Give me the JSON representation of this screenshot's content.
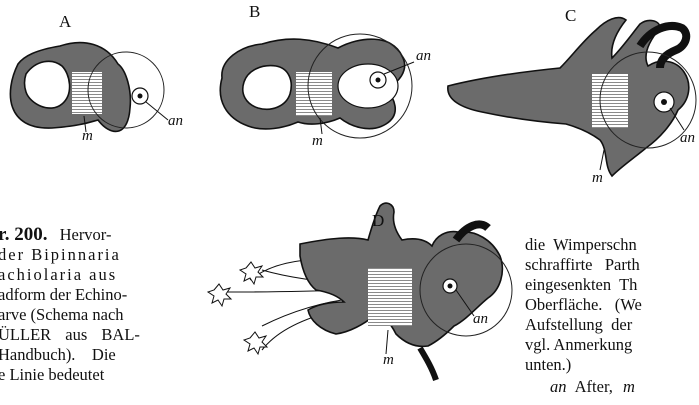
{
  "panels": {
    "a": {
      "letter": "A",
      "labels": {
        "an": "an",
        "m": "m"
      }
    },
    "b": {
      "letter": "B",
      "labels": {
        "an": "an",
        "m": "m"
      }
    },
    "c": {
      "letter": "C",
      "labels": {
        "an": "an",
        "m": "m"
      }
    },
    "d": {
      "letter": "D",
      "labels": {
        "an": "an",
        "m": "m"
      }
    }
  },
  "caption_left": {
    "fig_number": "r. 200.",
    "line1_rest": "Hervor-",
    "line2": "der Bipinnaria",
    "line3": "achiolaria aus",
    "line4": "adform der Echino-",
    "line5": "arve (Schema nach",
    "line6a": "ÜLLER",
    "line6b": "aus",
    "line6c": "BAL-",
    "line7": "Handbuch).    Die",
    "line8": "e Linie bedeutet"
  },
  "caption_right": {
    "line1": "die  Wimperschn",
    "line2": "schraffirte   Parth",
    "line3": "eingesenkten  Th",
    "line4": "Oberfläche.   (We",
    "line5": "Aufstellung  der",
    "line6": "vgl. Anmerkung",
    "line7": "unten.)",
    "line8_an": "an",
    "line8_after": "After,",
    "line8_m": "m"
  },
  "colors": {
    "ink": "#111111",
    "band_fill": "#6b6b6b",
    "hatch": "#d4d4d4"
  }
}
